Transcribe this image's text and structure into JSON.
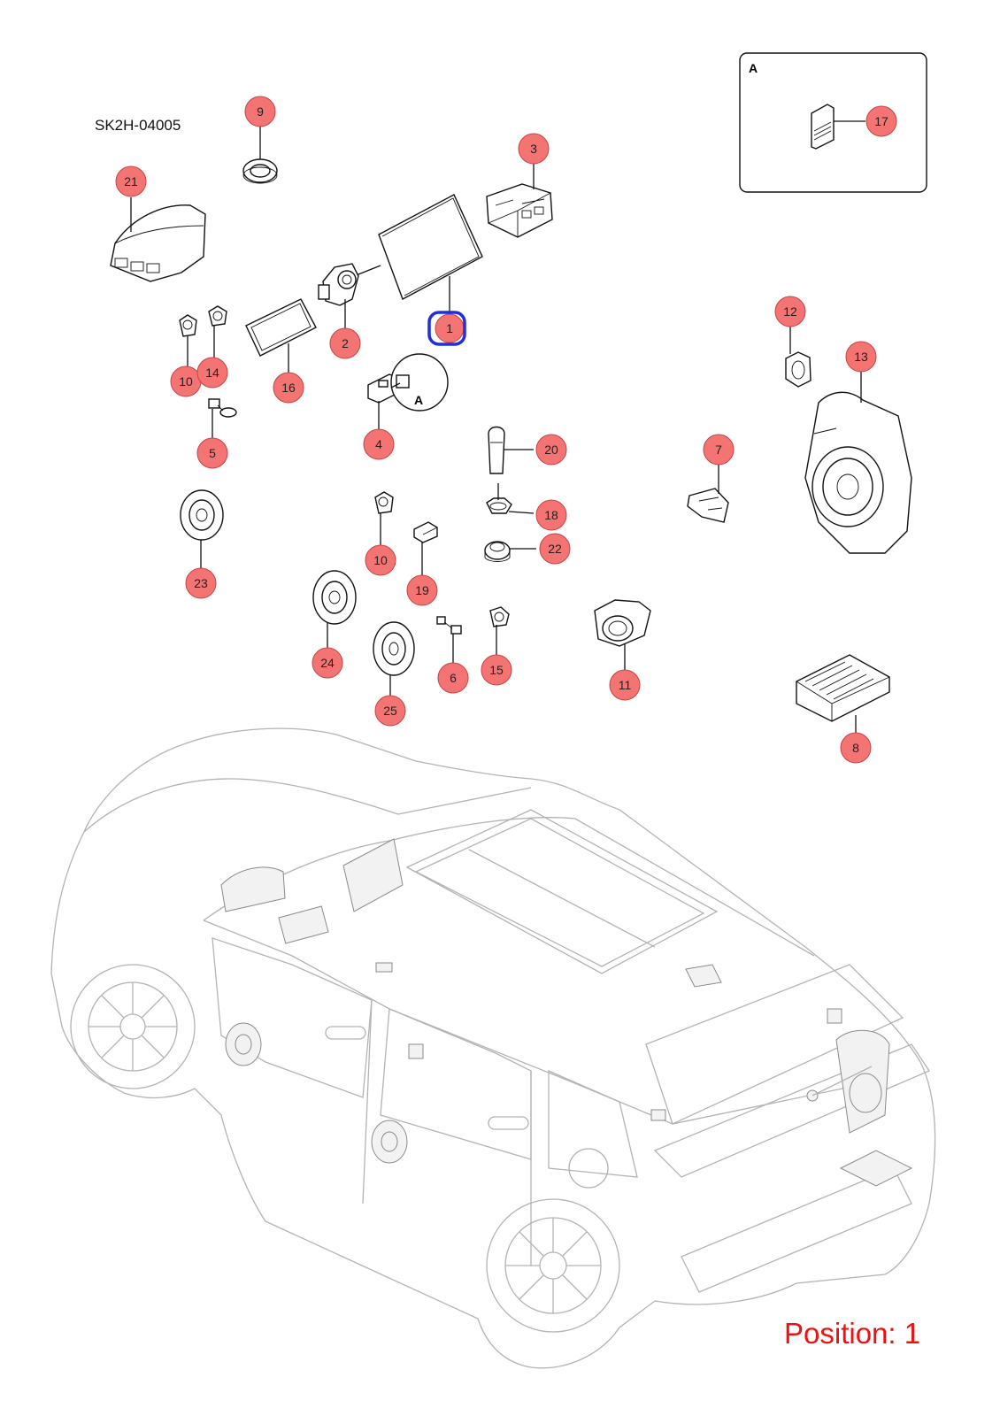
{
  "diagram": {
    "document_id": "SK2H-04005",
    "position_label": "Position: 1",
    "selected_position": "1",
    "detail_view_letter": "A",
    "callouts": [
      {
        "id": "c1",
        "label": "1",
        "selected": true
      },
      {
        "id": "c2",
        "label": "2"
      },
      {
        "id": "c3",
        "label": "3"
      },
      {
        "id": "c4",
        "label": "4"
      },
      {
        "id": "c5",
        "label": "5"
      },
      {
        "id": "c6",
        "label": "6"
      },
      {
        "id": "c7",
        "label": "7"
      },
      {
        "id": "c8",
        "label": "8"
      },
      {
        "id": "c9",
        "label": "9"
      },
      {
        "id": "c10a",
        "label": "10"
      },
      {
        "id": "c10b",
        "label": "10"
      },
      {
        "id": "c11",
        "label": "11"
      },
      {
        "id": "c12",
        "label": "12"
      },
      {
        "id": "c13",
        "label": "13"
      },
      {
        "id": "c14",
        "label": "14"
      },
      {
        "id": "c15",
        "label": "15"
      },
      {
        "id": "c16",
        "label": "16"
      },
      {
        "id": "c17",
        "label": "17"
      },
      {
        "id": "c18",
        "label": "18"
      },
      {
        "id": "c19",
        "label": "19"
      },
      {
        "id": "c20",
        "label": "20"
      },
      {
        "id": "c21",
        "label": "21"
      },
      {
        "id": "c22",
        "label": "22"
      },
      {
        "id": "c23",
        "label": "23"
      },
      {
        "id": "c24",
        "label": "24"
      },
      {
        "id": "c25",
        "label": "25"
      }
    ],
    "colors": {
      "callout_fill": "#f47474",
      "selected_ring": "#1f2fe0",
      "position_text": "#ee1111",
      "car_outline": "#b3b3b3"
    }
  }
}
